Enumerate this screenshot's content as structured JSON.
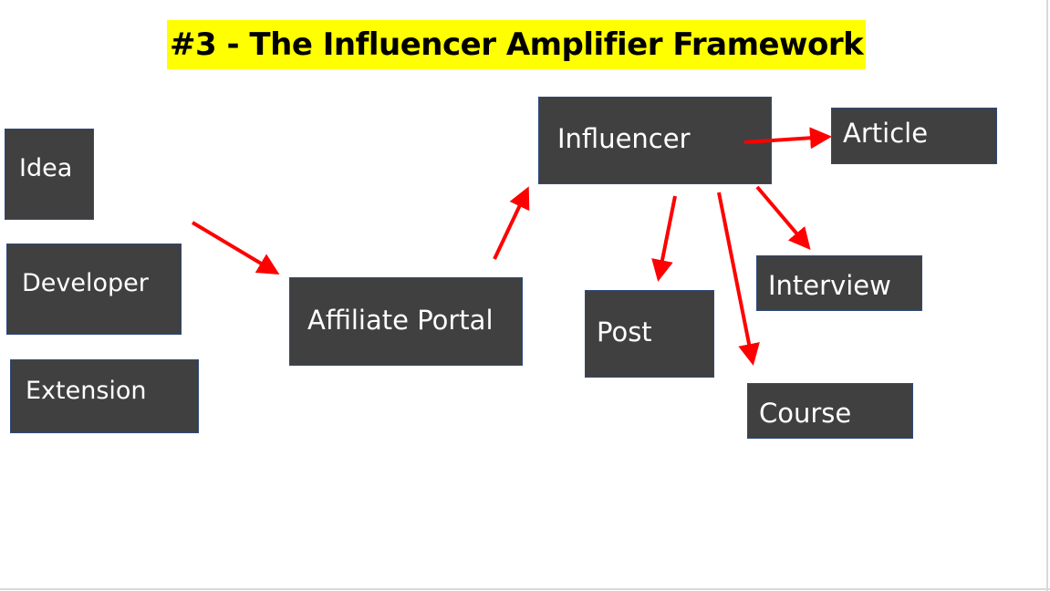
{
  "title": "#3 - The Influencer Amplifier Framework",
  "colors": {
    "title_highlight": "#ffff00",
    "node_fill": "#404040",
    "node_border": "#2f4b7c",
    "node_text": "#ffffff",
    "arrow": "#ff0000"
  },
  "nodes": {
    "idea": "Idea",
    "developer": "Developer",
    "extension": "Extension",
    "affiliate_portal": "Affiliate Portal",
    "influencer": "Influencer",
    "article": "Article",
    "post": "Post",
    "interview": "Interview",
    "course": "Course"
  },
  "edges": [
    {
      "from": "inputs",
      "to": "affiliate_portal"
    },
    {
      "from": "affiliate_portal",
      "to": "influencer"
    },
    {
      "from": "influencer",
      "to": "article"
    },
    {
      "from": "influencer",
      "to": "post"
    },
    {
      "from": "influencer",
      "to": "course"
    },
    {
      "from": "influencer",
      "to": "interview"
    }
  ]
}
